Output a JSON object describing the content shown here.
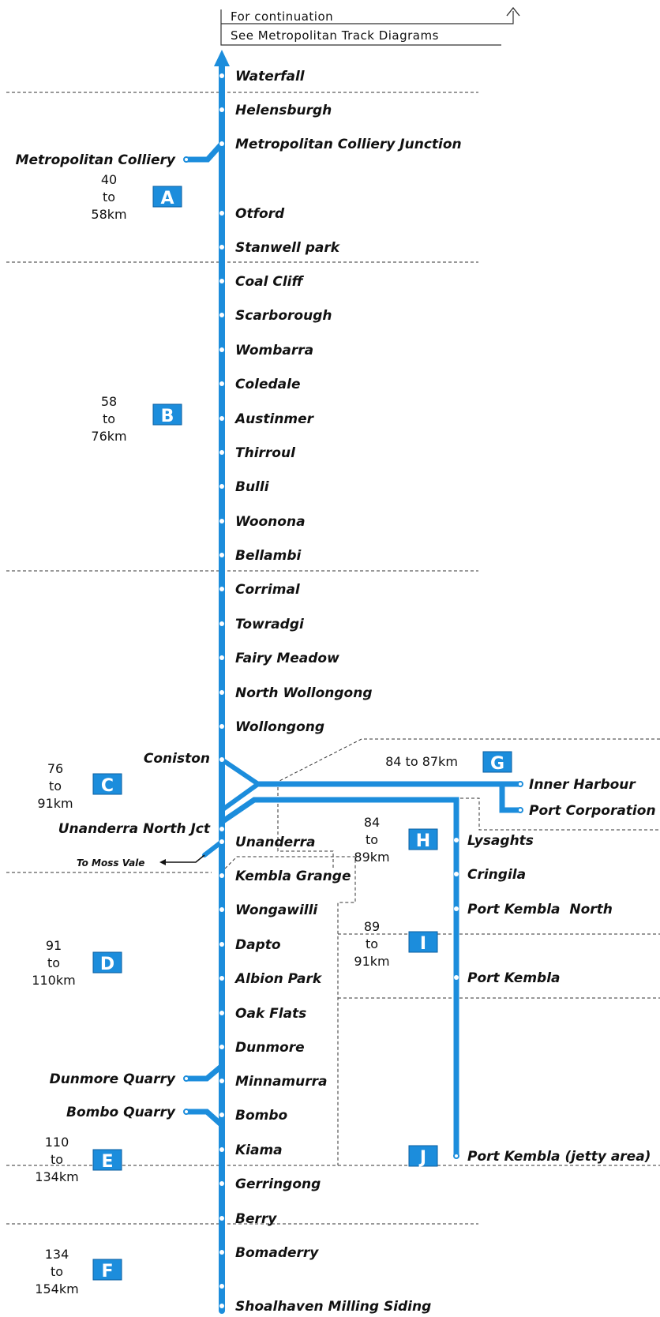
{
  "header": {
    "line1": "For continuation",
    "line2": "See Metropolitan Track Diagrams"
  },
  "colors": {
    "track": "#1c8ddc",
    "zone_box": "#1c8ddc",
    "text": "#111111"
  },
  "stations": {
    "waterfall": "Waterfall",
    "helensburgh": "Helensburgh",
    "metro_colliery_jct": "Metropolitan Colliery Junction",
    "otford": "Otford",
    "stanwell_park": "Stanwell park",
    "coal_cliff": "Coal Cliff",
    "scarborough": "Scarborough",
    "wombarra": "Wombarra",
    "coledale": "Coledale",
    "austinmer": "Austinmer",
    "thirroul": "Thirroul",
    "bulli": "Bulli",
    "woonona": "Woonona",
    "bellambi": "Bellambi",
    "corrimal": "Corrimal",
    "towradgi": "Towradgi",
    "fairy_meadow": "Fairy Meadow",
    "north_wollongong": "North Wollongong",
    "wollongong": "Wollongong",
    "coniston": "Coniston",
    "unanderra_north_jct": "Unanderra North Jct",
    "unanderra": "Unanderra",
    "kembla_grange": "Kembla Grange",
    "wongawilli": "Wongawilli",
    "dapto": "Dapto",
    "albion_park": "Albion Park",
    "oak_flats": "Oak Flats",
    "dunmore": "Dunmore",
    "minnamurra": "Minnamurra",
    "bombo": "Bombo",
    "kiama": "Kiama",
    "gerringong": "Gerringong",
    "berry": "Berry",
    "bomaderry": "Bomaderry",
    "shoalhaven": "Shoalhaven Milling Siding"
  },
  "branches": {
    "metropolitan_colliery": "Metropolitan Colliery",
    "inner_harbour": "Inner Harbour",
    "port_corporation": "Port Corporation",
    "lysaghts": "Lysaghts",
    "cringila": "Cringila",
    "port_kembla_north": "Port Kembla  North",
    "port_kembla": "Port Kembla",
    "port_kembla_jetty": "Port Kembla (jetty area)",
    "dunmore_quarry": "Dunmore Quarry",
    "bombo_quarry": "Bombo Quarry",
    "to_moss_vale": "To Moss Vale"
  },
  "zones": [
    {
      "letter": "A",
      "range": [
        "40",
        "to",
        "58km"
      ]
    },
    {
      "letter": "B",
      "range": [
        "58",
        "to",
        "76km"
      ]
    },
    {
      "letter": "C",
      "range": [
        "76",
        "to",
        "91km"
      ]
    },
    {
      "letter": "D",
      "range": [
        "91",
        "to",
        "110km"
      ]
    },
    {
      "letter": "E",
      "range": [
        "110",
        "to",
        "134km"
      ]
    },
    {
      "letter": "F",
      "range": [
        "134",
        "to",
        "154km"
      ]
    },
    {
      "letter": "G",
      "range": [
        "84 to 87km"
      ]
    },
    {
      "letter": "H",
      "range": [
        "84",
        "to",
        "89km"
      ]
    },
    {
      "letter": "I",
      "range": [
        "89",
        "to",
        "91km"
      ]
    },
    {
      "letter": "J",
      "range": []
    }
  ]
}
